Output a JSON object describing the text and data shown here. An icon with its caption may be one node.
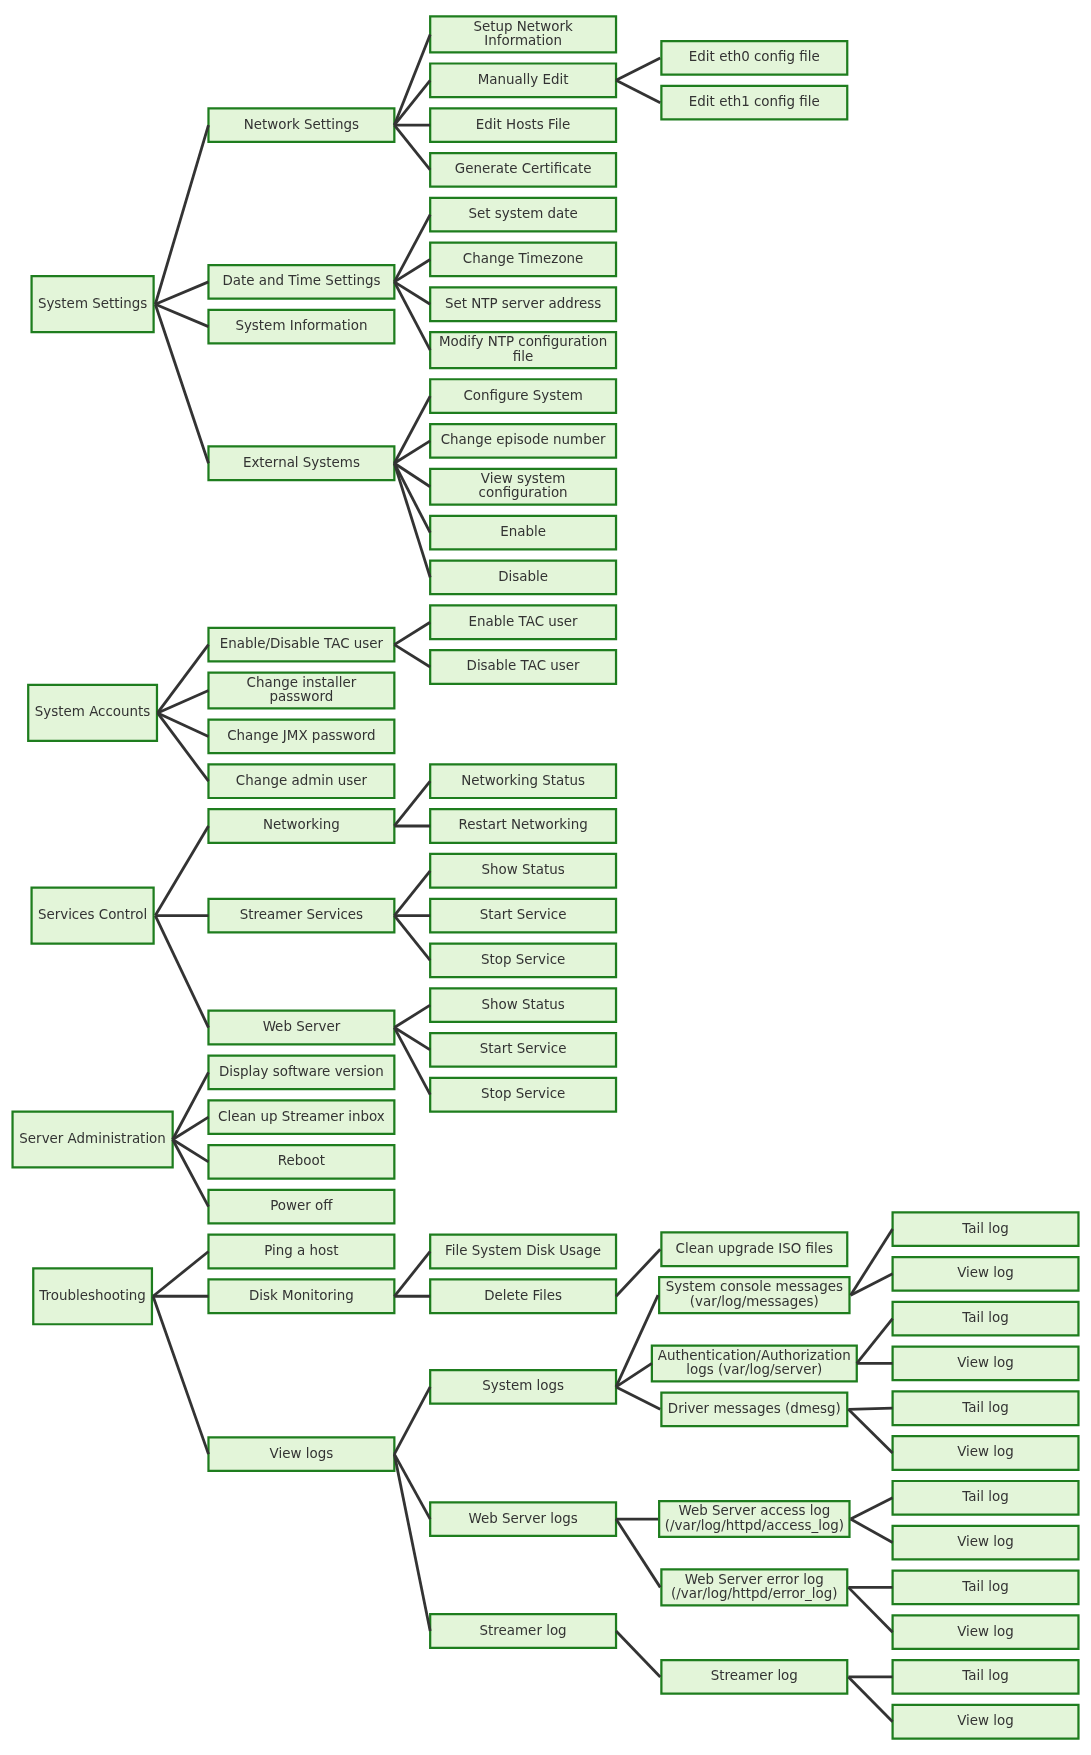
{
  "diagram": {
    "nodes": [
      {
        "text": [
          "System Settings"
        ]
      },
      {
        "text": [
          "Network Settings"
        ]
      },
      {
        "text": [
          "Setup Network Information"
        ]
      },
      {
        "text": [
          "Manually Edit"
        ]
      },
      {
        "text": [
          "Edit eth0 config file"
        ]
      },
      {
        "text": [
          "Edit eth1 config file"
        ]
      },
      {
        "text": [
          "Edit Hosts File"
        ]
      },
      {
        "text": [
          "Generate Certificate"
        ]
      },
      {
        "text": [
          "Date and Time Settings"
        ]
      },
      {
        "text": [
          "Set system date"
        ]
      },
      {
        "text": [
          "Change Timezone"
        ]
      },
      {
        "text": [
          "Set NTP server address"
        ]
      },
      {
        "text": [
          "Modify NTP configuration file"
        ]
      },
      {
        "text": [
          "System Information"
        ]
      },
      {
        "text": [
          "External Systems"
        ]
      },
      {
        "text": [
          "Configure System"
        ]
      },
      {
        "text": [
          "Change episode number"
        ]
      },
      {
        "text": [
          "View system configuration"
        ]
      },
      {
        "text": [
          "Enable"
        ]
      },
      {
        "text": [
          "Disable"
        ]
      },
      {
        "text": [
          "System Accounts"
        ]
      },
      {
        "text": [
          "Enable/Disable TAC user"
        ]
      },
      {
        "text": [
          "Enable TAC user"
        ]
      },
      {
        "text": [
          "Disable TAC user"
        ]
      },
      {
        "text": [
          "Change installer password"
        ]
      },
      {
        "text": [
          "Change JMX password"
        ]
      },
      {
        "text": [
          "Change admin user"
        ]
      },
      {
        "text": [
          "Services Control"
        ]
      },
      {
        "text": [
          "Networking"
        ]
      },
      {
        "text": [
          "Networking Status"
        ]
      },
      {
        "text": [
          "Restart Networking"
        ]
      },
      {
        "text": [
          "Streamer Services"
        ]
      },
      {
        "text": [
          "Show Status"
        ]
      },
      {
        "text": [
          "Start Service"
        ]
      },
      {
        "text": [
          "Stop Service"
        ]
      },
      {
        "text": [
          "Web Server"
        ]
      },
      {
        "text": [
          "Show Status"
        ]
      },
      {
        "text": [
          "Start Service"
        ]
      },
      {
        "text": [
          "Stop Service"
        ]
      },
      {
        "text": [
          "Server Administration"
        ]
      },
      {
        "text": [
          "Display software version"
        ]
      },
      {
        "text": [
          "Clean up Streamer inbox"
        ]
      },
      {
        "text": [
          "Reboot"
        ]
      },
      {
        "text": [
          "Power off"
        ]
      },
      {
        "text": [
          "Troubleshooting"
        ]
      },
      {
        "text": [
          "Ping a host"
        ]
      },
      {
        "text": [
          "Disk Monitoring"
        ]
      },
      {
        "text": [
          "File System Disk Usage"
        ]
      },
      {
        "text": [
          "Delete Files"
        ]
      },
      {
        "text": [
          "Clean upgrade ISO files"
        ]
      },
      {
        "text": [
          "View logs"
        ]
      },
      {
        "text": [
          "System logs"
        ]
      },
      {
        "text": [
          "System console messages (var/log/messages)"
        ]
      },
      {
        "text": [
          "Tail log"
        ]
      },
      {
        "text": [
          "View log"
        ]
      },
      {
        "text": [
          "Authentication/Authorization logs (var/log/server)"
        ]
      },
      {
        "text": [
          "Tail log"
        ]
      },
      {
        "text": [
          "View log"
        ]
      },
      {
        "text": [
          "Driver messages (dmesg)"
        ]
      },
      {
        "text": [
          "Tail log"
        ]
      },
      {
        "text": [
          "View log"
        ]
      },
      {
        "text": [
          "Web Server logs"
        ]
      },
      {
        "text": [
          "Web Server access log (/var/log/httpd/access_log)"
        ]
      },
      {
        "text": [
          "Tail log"
        ]
      },
      {
        "text": [
          "View log"
        ]
      },
      {
        "text": [
          "Web Server error log (/var/log/httpd/error_log)"
        ]
      },
      {
        "text": [
          "Tail log"
        ]
      },
      {
        "text": [
          "View log"
        ]
      },
      {
        "text": [
          "Streamer log"
        ]
      },
      {
        "text": [
          "Streamer log"
        ]
      },
      {
        "text": [
          "Tail log"
        ]
      },
      {
        "text": [
          "View log"
        ]
      }
    ],
    "edges": [
      {
        "from": 0,
        "to": 1,
        "arrow": "none"
      },
      {
        "from": 1,
        "to": 2,
        "arrow": "none"
      },
      {
        "from": 1,
        "to": 3,
        "arrow": "none"
      },
      {
        "from": 3,
        "to": 4,
        "arrow": "none"
      },
      {
        "from": 3,
        "to": 5,
        "arrow": "none"
      },
      {
        "from": 1,
        "to": 6,
        "arrow": "none"
      },
      {
        "from": 1,
        "to": 7,
        "arrow": "none"
      },
      {
        "from": 0,
        "to": 8,
        "arrow": "none"
      },
      {
        "from": 8,
        "to": 9,
        "arrow": "none"
      },
      {
        "from": 8,
        "to": 10,
        "arrow": "none"
      },
      {
        "from": 8,
        "to": 11,
        "arrow": "none"
      },
      {
        "from": 8,
        "to": 12,
        "arrow": "none"
      },
      {
        "from": 0,
        "to": 13,
        "arrow": "none"
      },
      {
        "from": 0,
        "to": 14,
        "arrow": "none"
      },
      {
        "from": 14,
        "to": 15,
        "arrow": "none"
      },
      {
        "from": 14,
        "to": 16,
        "arrow": "none"
      },
      {
        "from": 14,
        "to": 17,
        "arrow": "none"
      },
      {
        "from": 14,
        "to": 18,
        "arrow": "none"
      },
      {
        "from": 14,
        "to": 19,
        "arrow": "none"
      },
      {
        "from": 20,
        "to": 21,
        "arrow": "none"
      },
      {
        "from": 21,
        "to": 22,
        "arrow": "none"
      },
      {
        "from": 21,
        "to": 23,
        "arrow": "none"
      },
      {
        "from": 20,
        "to": 24,
        "arrow": "none"
      },
      {
        "from": 20,
        "to": 25,
        "arrow": "none"
      },
      {
        "from": 20,
        "to": 26,
        "arrow": "none"
      },
      {
        "from": 27,
        "to": 28,
        "arrow": "none"
      },
      {
        "from": 28,
        "to": 29,
        "arrow": "none"
      },
      {
        "from": 28,
        "to": 30,
        "arrow": "none"
      },
      {
        "from": 27,
        "to": 31,
        "arrow": "none"
      },
      {
        "from": 31,
        "to": 32,
        "arrow": "none"
      },
      {
        "from": 31,
        "to": 33,
        "arrow": "none"
      },
      {
        "from": 31,
        "to": 34,
        "arrow": "none"
      },
      {
        "from": 27,
        "to": 35,
        "arrow": "none"
      },
      {
        "from": 35,
        "to": 36,
        "arrow": "none"
      },
      {
        "from": 35,
        "to": 37,
        "arrow": "none"
      },
      {
        "from": 35,
        "to": 38,
        "arrow": "none"
      },
      {
        "from": 39,
        "to": 40,
        "arrow": "none"
      },
      {
        "from": 39,
        "to": 41,
        "arrow": "none"
      },
      {
        "from": 39,
        "to": 42,
        "arrow": "none"
      },
      {
        "from": 39,
        "to": 43,
        "arrow": "none"
      },
      {
        "from": 44,
        "to": 45,
        "arrow": "none"
      },
      {
        "from": 44,
        "to": 46,
        "arrow": "none"
      },
      {
        "from": 46,
        "to": 47,
        "arrow": "none"
      },
      {
        "from": 46,
        "to": 48,
        "arrow": "none"
      },
      {
        "from": 48,
        "to": 49,
        "arrow": "none"
      },
      {
        "from": 44,
        "to": 50,
        "arrow": "none"
      },
      {
        "from": 50,
        "to": 51,
        "arrow": "none"
      },
      {
        "from": 51,
        "to": 52,
        "arrow": "none"
      },
      {
        "from": 52,
        "to": 53,
        "arrow": "none"
      },
      {
        "from": 52,
        "to": 54,
        "arrow": "none"
      },
      {
        "from": 51,
        "to": 55,
        "arrow": "none"
      },
      {
        "from": 55,
        "to": 56,
        "arrow": "none"
      },
      {
        "from": 55,
        "to": 57,
        "arrow": "none"
      },
      {
        "from": 51,
        "to": 58,
        "arrow": "none"
      },
      {
        "from": 58,
        "to": 59,
        "arrow": "none"
      },
      {
        "from": 58,
        "to": 60,
        "arrow": "none"
      },
      {
        "from": 50,
        "to": 61,
        "arrow": "none"
      },
      {
        "from": 61,
        "to": 62,
        "arrow": "none"
      },
      {
        "from": 62,
        "to": 63,
        "arrow": "none"
      },
      {
        "from": 62,
        "to": 64,
        "arrow": "none"
      },
      {
        "from": 61,
        "to": 65,
        "arrow": "none"
      },
      {
        "from": 65,
        "to": 66,
        "arrow": "none"
      },
      {
        "from": 65,
        "to": 67,
        "arrow": "none"
      },
      {
        "from": 50,
        "to": 68,
        "arrow": "none"
      },
      {
        "from": 68,
        "to": 69,
        "arrow": "none"
      },
      {
        "from": 69,
        "to": 70,
        "arrow": "none"
      },
      {
        "from": 69,
        "to": 71,
        "arrow": "none"
      }
    ]
  }
}
